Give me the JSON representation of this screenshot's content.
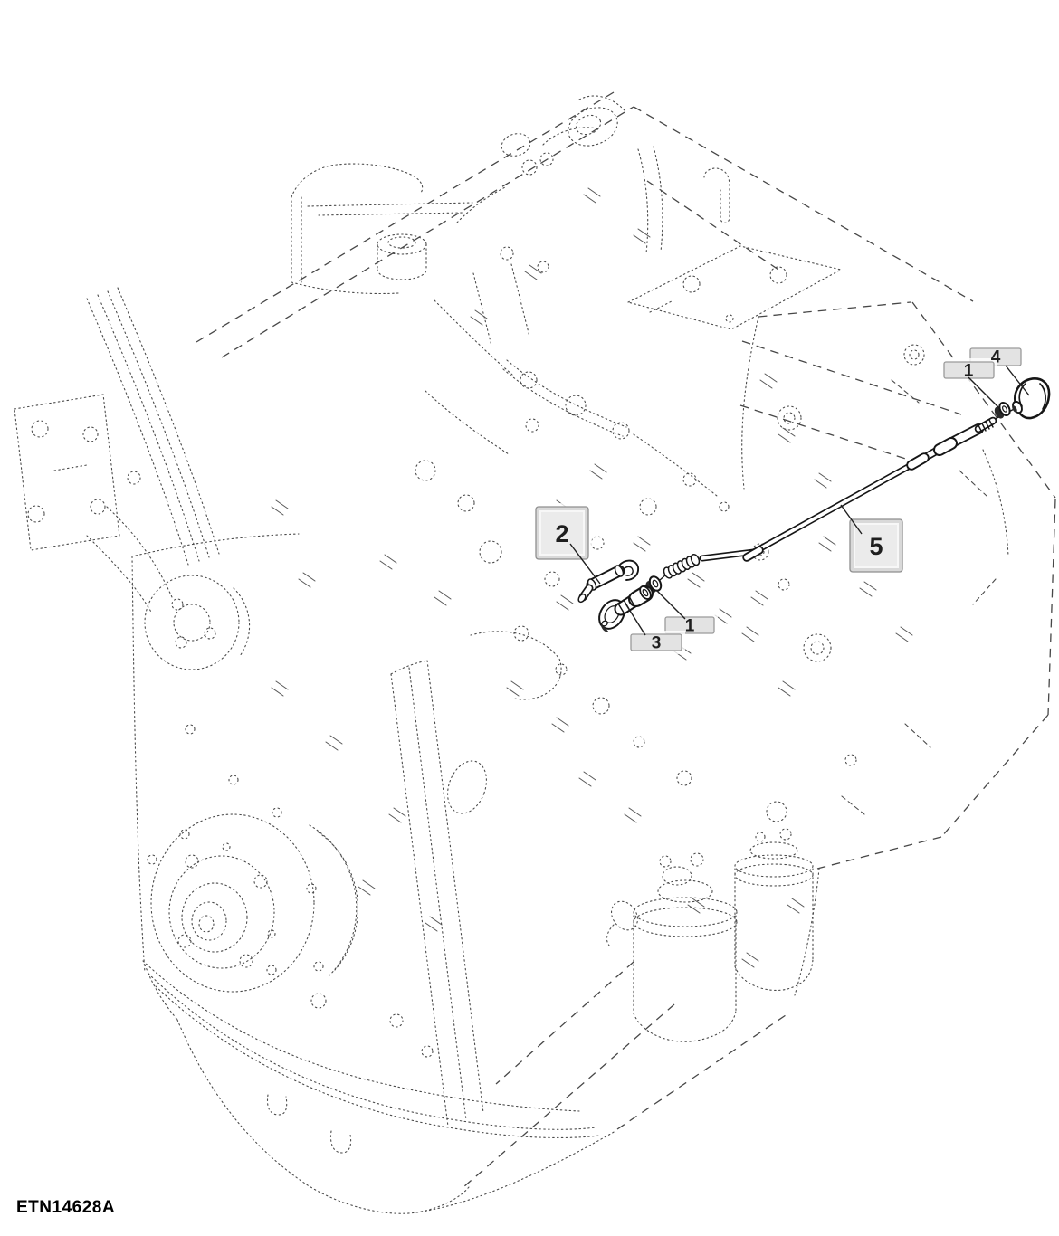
{
  "figure": {
    "code": "ETN14628A"
  },
  "callouts": {
    "upper_one": {
      "label": "1"
    },
    "upper_four": {
      "label": "4"
    },
    "clamp_two": {
      "label": "2"
    },
    "tube_five": {
      "label": "5"
    },
    "lower_one": {
      "label": "1"
    },
    "lower_three": {
      "label": "3"
    }
  },
  "colors": {
    "background": "#ffffff",
    "solid_line": "#161616",
    "phantom_line": "#4a4a4a",
    "callout_fill": "#e3e3e3",
    "callout_border": "#9a9a9a",
    "label_text": "#1e1e1e"
  }
}
